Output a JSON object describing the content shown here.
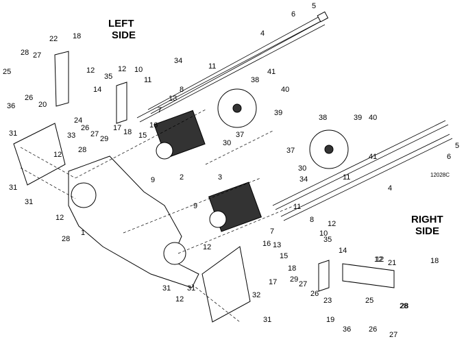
{
  "diagram": {
    "side_labels": {
      "left": [
        "LEFT",
        "SIDE"
      ],
      "right": [
        "RIGHT",
        "SIDE"
      ]
    },
    "drawing_code": "12028C",
    "callouts": [
      {
        "id": "c1",
        "text": "5"
      },
      {
        "id": "c2",
        "text": "6"
      },
      {
        "id": "c3",
        "text": "4"
      },
      {
        "id": "c4",
        "text": "41"
      },
      {
        "id": "c5",
        "text": "22"
      },
      {
        "id": "c6",
        "text": "18"
      },
      {
        "id": "c7",
        "text": "28"
      },
      {
        "id": "c8",
        "text": "27"
      },
      {
        "id": "c9",
        "text": "25"
      },
      {
        "id": "c10",
        "text": "26"
      },
      {
        "id": "c11",
        "text": "36"
      },
      {
        "id": "c12",
        "text": "20"
      },
      {
        "id": "c13",
        "text": "12"
      },
      {
        "id": "c14",
        "text": "24"
      },
      {
        "id": "c15",
        "text": "26"
      },
      {
        "id": "c16",
        "text": "27"
      },
      {
        "id": "c17",
        "text": "29"
      },
      {
        "id": "c18",
        "text": "14"
      },
      {
        "id": "c19",
        "text": "35"
      },
      {
        "id": "c20",
        "text": "12"
      },
      {
        "id": "c21",
        "text": "10"
      },
      {
        "id": "c22",
        "text": "11"
      },
      {
        "id": "c23",
        "text": "17"
      },
      {
        "id": "c24",
        "text": "18"
      },
      {
        "id": "c25",
        "text": "15"
      },
      {
        "id": "c26",
        "text": "16"
      },
      {
        "id": "c27",
        "text": "13"
      },
      {
        "id": "c28",
        "text": "7"
      },
      {
        "id": "c29",
        "text": "8"
      },
      {
        "id": "c30",
        "text": "34"
      },
      {
        "id": "c31",
        "text": "11"
      },
      {
        "id": "c32",
        "text": "38"
      },
      {
        "id": "c33",
        "text": "40"
      },
      {
        "id": "c34",
        "text": "39"
      },
      {
        "id": "c35",
        "text": "37"
      },
      {
        "id": "c36",
        "text": "30"
      },
      {
        "id": "c37",
        "text": "2"
      },
      {
        "id": "c38",
        "text": "31"
      },
      {
        "id": "c39",
        "text": "33"
      },
      {
        "id": "c40",
        "text": "31"
      },
      {
        "id": "c41",
        "text": "12"
      },
      {
        "id": "c42",
        "text": "28"
      },
      {
        "id": "c43",
        "text": "9"
      },
      {
        "id": "c44",
        "text": "31"
      },
      {
        "id": "c45",
        "text": "12"
      },
      {
        "id": "c46",
        "text": "28"
      },
      {
        "id": "c47",
        "text": "1"
      },
      {
        "id": "c48",
        "text": "38"
      },
      {
        "id": "c49",
        "text": "39"
      },
      {
        "id": "c50",
        "text": "40"
      },
      {
        "id": "c51",
        "text": "5"
      },
      {
        "id": "c52",
        "text": "6"
      },
      {
        "id": "c53",
        "text": "37"
      },
      {
        "id": "c54",
        "text": "41"
      },
      {
        "id": "c55",
        "text": "30"
      },
      {
        "id": "c56",
        "text": "34"
      },
      {
        "id": "c57",
        "text": "11"
      },
      {
        "id": "c58",
        "text": "4"
      },
      {
        "id": "c59",
        "text": "3"
      },
      {
        "id": "c60",
        "text": "11"
      },
      {
        "id": "c61",
        "text": "9"
      },
      {
        "id": "c62",
        "text": "8"
      },
      {
        "id": "c63",
        "text": "12"
      },
      {
        "id": "c64",
        "text": "7"
      },
      {
        "id": "c65",
        "text": "10"
      },
      {
        "id": "c66",
        "text": "16"
      },
      {
        "id": "c67",
        "text": "13"
      },
      {
        "id": "c68",
        "text": "35"
      },
      {
        "id": "c69",
        "text": "15"
      },
      {
        "id": "c70",
        "text": "14"
      },
      {
        "id": "c71",
        "text": "12"
      },
      {
        "id": "c72",
        "text": "18"
      },
      {
        "id": "c73",
        "text": "17"
      },
      {
        "id": "c74",
        "text": "29"
      },
      {
        "id": "c75",
        "text": "27"
      },
      {
        "id": "c76",
        "text": "26"
      },
      {
        "id": "c77",
        "text": "25"
      },
      {
        "id": "c78",
        "text": "23"
      },
      {
        "id": "c79",
        "text": "12"
      },
      {
        "id": "c80",
        "text": "21"
      },
      {
        "id": "c81",
        "text": "18"
      },
      {
        "id": "c82",
        "text": "28"
      },
      {
        "id": "c83",
        "text": "19"
      },
      {
        "id": "c84",
        "text": "36"
      },
      {
        "id": "c85",
        "text": "26"
      },
      {
        "id": "c86",
        "text": "27"
      },
      {
        "id": "c87",
        "text": "28"
      },
      {
        "id": "c88",
        "text": "31"
      },
      {
        "id": "c89",
        "text": "12"
      },
      {
        "id": "c90",
        "text": "12"
      },
      {
        "id": "c91",
        "text": "32"
      },
      {
        "id": "c92",
        "text": "31"
      },
      {
        "id": "c93",
        "text": "31"
      }
    ]
  }
}
